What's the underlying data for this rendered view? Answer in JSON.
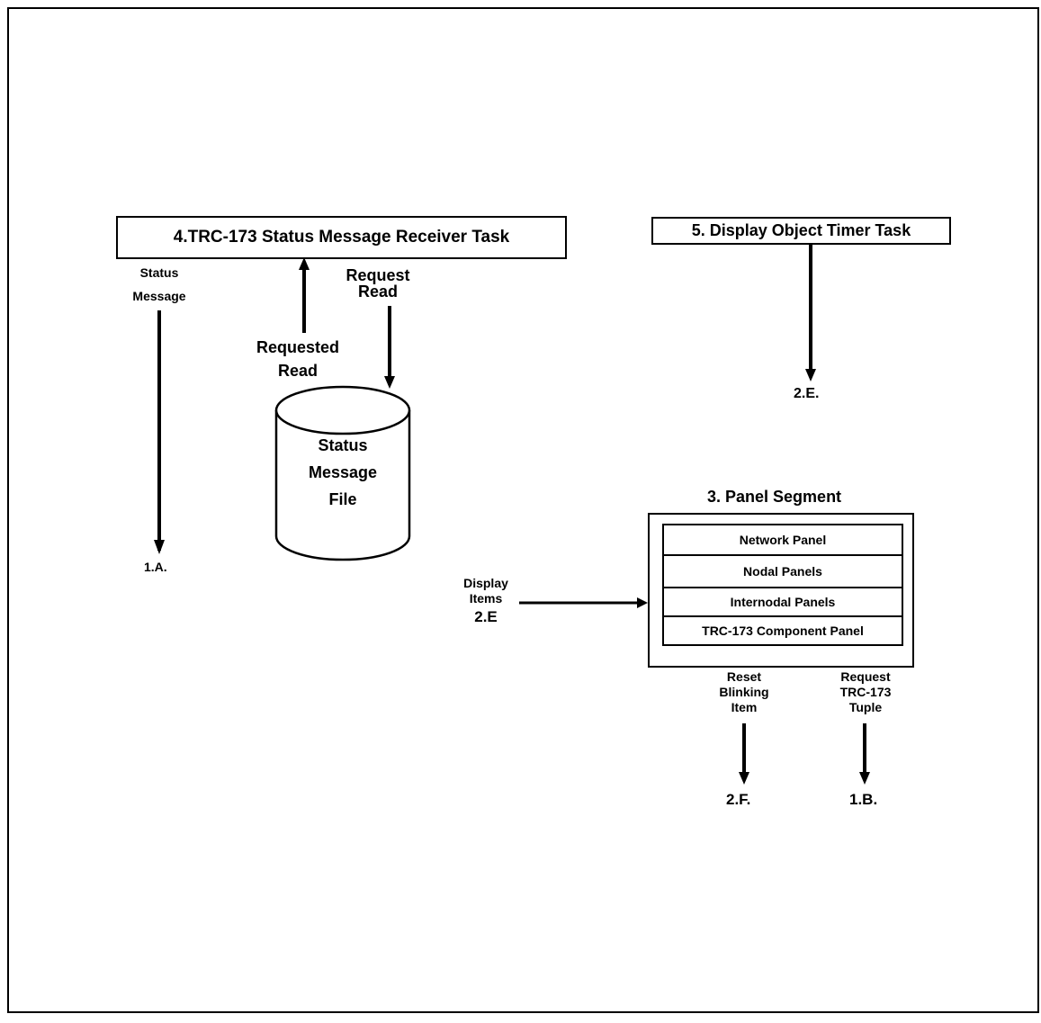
{
  "task4": {
    "title": "4.TRC-173 Status Message Receiver Task"
  },
  "task5": {
    "title": "5. Display Object Timer Task"
  },
  "status_message": {
    "line1": "Status",
    "line2": "Message"
  },
  "requested_read": {
    "line1": "Requested",
    "line2": "Read"
  },
  "request_read": {
    "line1": "Request",
    "line2": "Read"
  },
  "file": {
    "line1": "Status",
    "line2": "Message",
    "line3": "File"
  },
  "ref_1a": "1.A.",
  "ref_2e_timer": "2.E.",
  "panel_segment": {
    "title": "3. Panel Segment",
    "rows": [
      "Network Panel",
      "Nodal Panels",
      "Internodal Panels",
      "TRC-173 Component Panel"
    ]
  },
  "display_items": {
    "line1": "Display",
    "line2": "Items",
    "line3": "2.E"
  },
  "reset_blinking": {
    "line1": "Reset",
    "line2": "Blinking",
    "line3": "Item"
  },
  "request_tuple": {
    "line1": "Request",
    "line2": "TRC-173",
    "line3": "Tuple"
  },
  "ref_2f": "2.F.",
  "ref_1b": "1.B."
}
